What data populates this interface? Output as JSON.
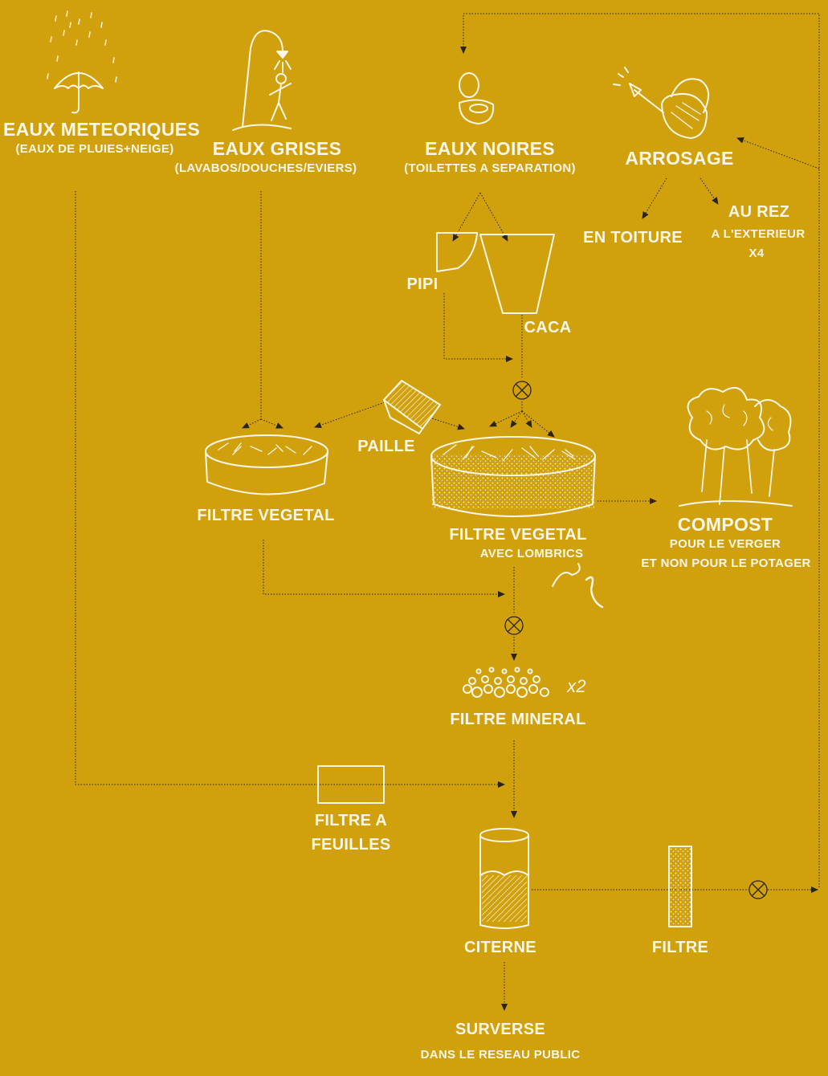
{
  "colors": {
    "background": "#D0A10C",
    "ink": "#FBF6E6"
  },
  "nodes": {
    "eaux_meteoriques": {
      "title": "EAUX METEORIQUES",
      "subtitle": "(EAUX DE PLUIES+NEIGE)"
    },
    "eaux_grises": {
      "title": "EAUX GRISES",
      "subtitle": "(LAVABOS/DOUCHES/EVIERS)"
    },
    "eaux_noires": {
      "title": "EAUX NOIRES",
      "subtitle": "(TOILETTES A SEPARATION)"
    },
    "arrosage": {
      "title": "ARROSAGE"
    },
    "en_toiture": {
      "title": "EN TOITURE"
    },
    "au_rez": {
      "title": "AU REZ",
      "line2": "A L'EXTERIEUR",
      "line3": "X4"
    },
    "pipi": {
      "title": "PIPI"
    },
    "caca": {
      "title": "CACA"
    },
    "paille": {
      "title": "PAILLE"
    },
    "filtre_vegetal": {
      "title": "FILTRE VEGETAL"
    },
    "filtre_vegetal_lombrics": {
      "title": "FILTRE VEGETAL",
      "subtitle": "AVEC LOMBRICS"
    },
    "compost": {
      "title": "COMPOST",
      "line2": "POUR LE VERGER",
      "line3": "ET NON POUR LE POTAGER"
    },
    "filtre_mineral": {
      "title": "FILTRE MINERAL",
      "multiplier": "x2"
    },
    "filtre_feuilles": {
      "line1": "FILTRE A",
      "line2": "FEUILLES"
    },
    "citerne": {
      "title": "CITERNE"
    },
    "filtre": {
      "title": "FILTRE"
    },
    "surverse": {
      "title": "SURVERSE",
      "subtitle": "DANS LE RESEAU PUBLIC"
    }
  },
  "icons": [
    "umbrella-rain-icon",
    "shower-icon",
    "toilet-icon",
    "watering-can-icon",
    "urine-container-icon",
    "feces-container-icon",
    "straw-bale-icon",
    "vegetal-filter-icon",
    "worm-filter-icon",
    "compost-tree-icon",
    "worm-icon",
    "gravel-icon",
    "leaf-filter-box-icon",
    "cistern-icon",
    "filter-column-icon",
    "junction-icon"
  ]
}
